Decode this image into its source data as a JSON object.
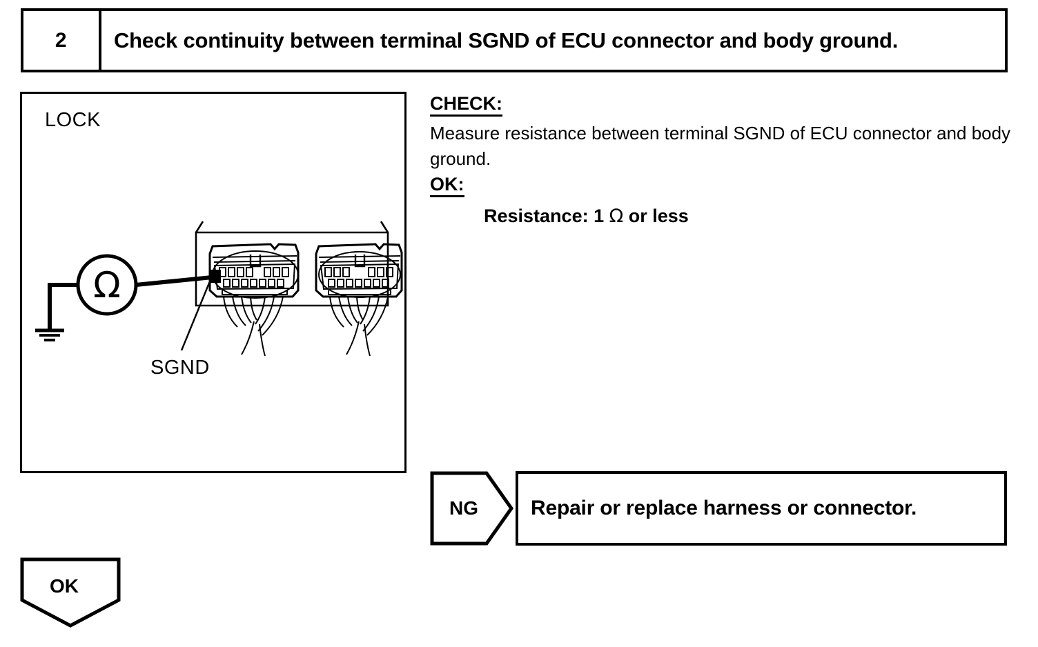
{
  "step": {
    "number": "2",
    "title": "Check continuity between terminal SGND of ECU connector and body ground."
  },
  "illustration": {
    "lock_label": "LOCK",
    "terminal_callout": "SGND",
    "meter_symbol": "Ω",
    "connector_count": 2
  },
  "check": {
    "check_label": "CHECK:",
    "check_text": "Measure resistance between terminal SGND of ECU connector and body ground.",
    "ok_label": "OK:",
    "spec_prefix": "Resistance: 1 ",
    "spec_symbol": "Ω",
    "spec_suffix": " or less"
  },
  "results": {
    "ng_label": "NG",
    "ng_action": "Repair or replace harness or connector.",
    "ok_label": "OK"
  },
  "colors": {
    "ink": "#000000",
    "paper": "#ffffff"
  }
}
